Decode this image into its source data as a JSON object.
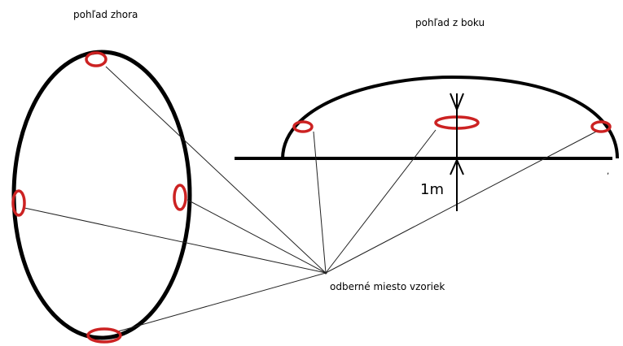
{
  "labels": {
    "top_view": "pohľad zhora",
    "side_view": "pohľad z boku",
    "height": "1m",
    "sampling_point": "odberné miesto vzoriek"
  },
  "colors": {
    "outline": "#000000",
    "sample_marker": "#cc2222",
    "connector": "#222222",
    "background": "#ffffff"
  }
}
